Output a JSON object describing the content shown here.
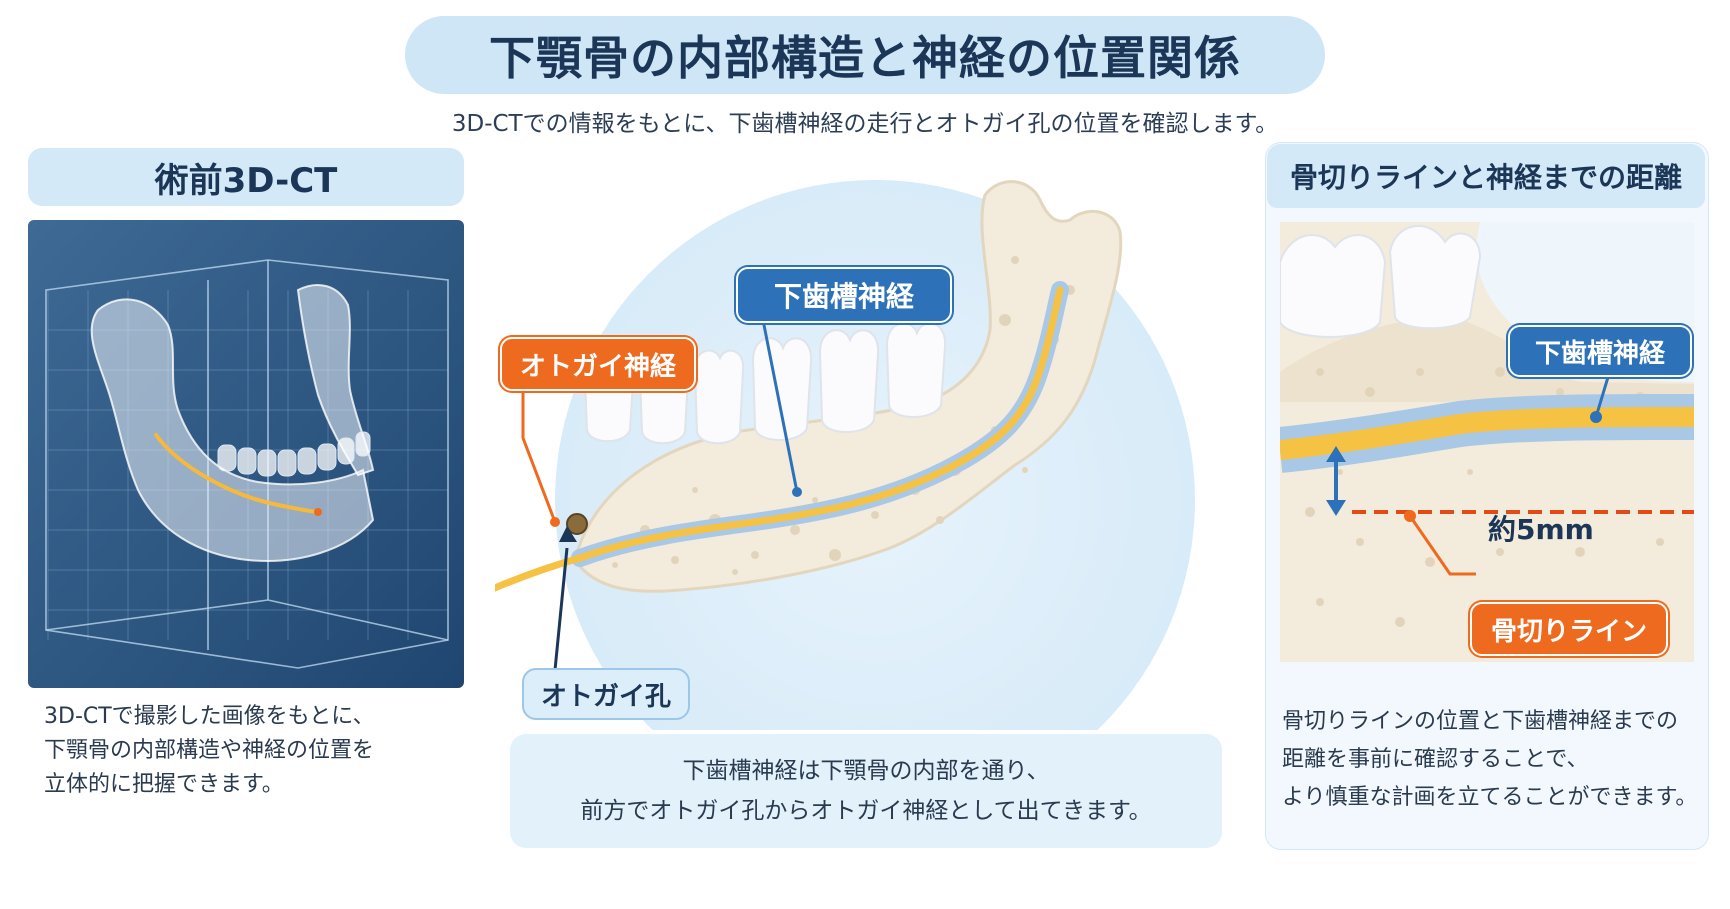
{
  "header": {
    "title": "下顎骨の内部構造と神経の位置関係",
    "subtitle": "3D-CTでの情報をもとに、下歯槽神経の走行とオトガイ孔の位置を確認します。"
  },
  "left": {
    "title": "術前3D-CT",
    "description": [
      "3D-CTで撮影した画像をもとに、",
      "下顎骨の内部構造や神経の位置を",
      "立体的に把握できます。"
    ]
  },
  "center": {
    "labels": {
      "alveolar_nerve": "下歯槽神経",
      "mental_nerve": "オトガイ神経",
      "mental_foramen": "オトガイ孔"
    },
    "description": [
      "下歯槽神経は下顎骨の内部を通り、",
      "前方でオトガイ孔からオトガイ神経として出てきます。"
    ]
  },
  "right": {
    "title": "骨切りラインと神経までの距離",
    "labels": {
      "alveolar_nerve": "下歯槽神経",
      "distance": "約5mm",
      "cut_line": "骨切りライン"
    },
    "description": [
      "骨切りラインの位置と下歯槽神経までの",
      "距離を事前に確認することで、",
      "より慎重な計画を立てることができます。"
    ]
  },
  "colors": {
    "accent_blue": "#2d72b8",
    "accent_orange": "#ee6a1f",
    "nerve_yellow": "#f6c243",
    "bone": "#f3ebdc"
  }
}
